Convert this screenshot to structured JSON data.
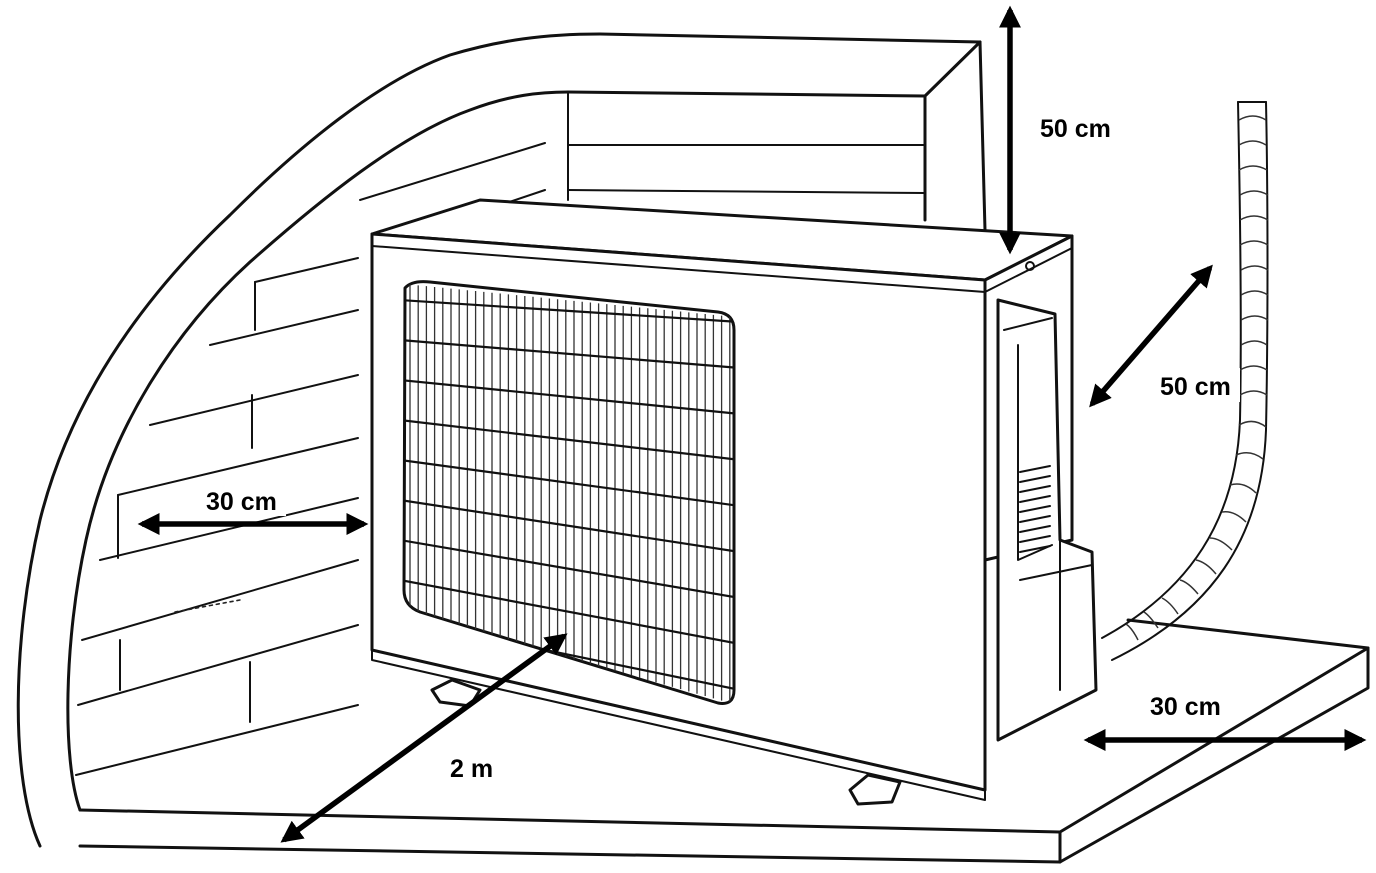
{
  "labels": {
    "top_clearance": "50 cm",
    "side_clearance": "50 cm",
    "back_clearance": "30 cm",
    "right_clearance": "30 cm",
    "front_clearance": "2 m"
  },
  "colors": {
    "line": "#111111",
    "background": "#ffffff"
  }
}
